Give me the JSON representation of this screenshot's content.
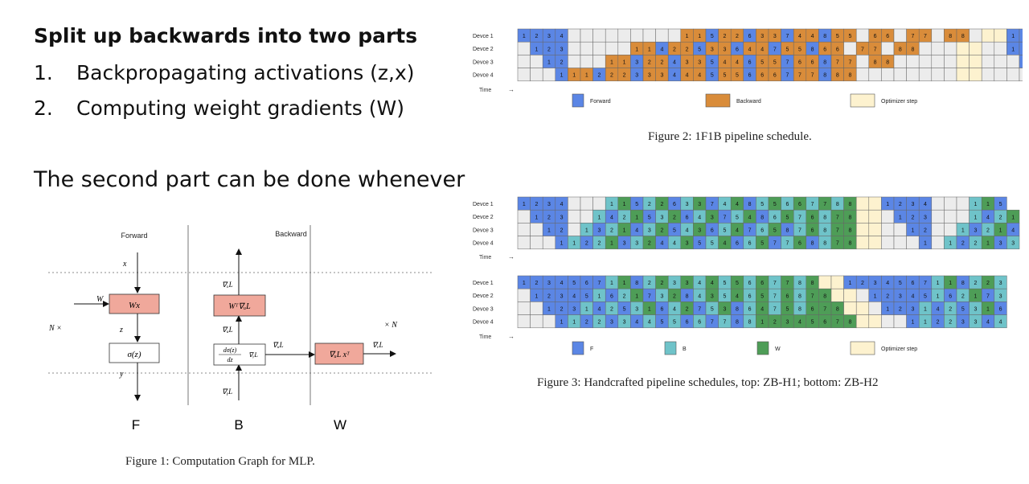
{
  "slide": {
    "title": "Split up backwards into two parts",
    "items": [
      {
        "num": "1.",
        "text": "Backpropagating activations (z,x)"
      },
      {
        "num": "2.",
        "text": "Computing weight gradients (W)"
      }
    ],
    "statement": "The second part can be done whenever"
  },
  "figure1": {
    "caption": "Figure 1: Computation Graph for MLP.",
    "header_forward": "Forward",
    "header_backward": "Backward",
    "label_x": "x",
    "label_W": "W",
    "label_z": "z",
    "label_y": "y",
    "label_Nx": "N ×",
    "label_xN": "× N",
    "box_wx": "Wx",
    "box_sigma": "σ(z)",
    "box_wt": "Wᵀ∇ᵤL",
    "box_dsig_num": "dσ(z)",
    "box_dsig_den": "dz",
    "box_dsig_tail": "∇ᵧL",
    "box_grad_w": "∇ᵤL xᵀ",
    "label_gxL": "∇ₓL",
    "label_gzL_1": "∇ᵤL",
    "label_gzL_2": "∇ᵤL",
    "label_gyL": "∇ᵧL",
    "label_gwL": "∇ᵥL",
    "bottom_F": "F",
    "bottom_B": "B",
    "bottom_W": "W"
  },
  "figure2": {
    "caption": "Figure 2: 1F1B pipeline schedule.",
    "devices": [
      "Devce 1",
      "Devce 2",
      "Devce 3",
      "Devce 4"
    ],
    "time_label": "Time",
    "time_arrow": "→",
    "legend": [
      {
        "key": "F",
        "label": "Forward"
      },
      {
        "key": "B",
        "label": "Backward"
      },
      {
        "key": "O",
        "label": "Optimizer step"
      }
    ],
    "rows": [
      "F1 F2 F3 F4 _ _ _ _ _ _ _ _ _ B1 B1 F5 B2 B2 F6 B3 B3 F7 B4 B4 F8 B5 B5 _ B6 B6 _ B7 B7 _ B8 B8 _ O O F1 F2 F3 F4",
      "_ F1 F2 F3 _ _ _ _ _ B1 B1 F4 B2 B2 F5 B3 B3 F6 B4 B4 F7 B5 B5 F8 B6 B6 _ B7 B7 _ B8 B8 _ _ _ O O _ _ F1 F2 F3",
      "_ _ F1 F2 _ _ _ B1 B1 F3 B2 B2 F4 B3 B3 F5 B4 B4 F6 B5 B5 F7 B6 B6 F8 B7 B7 _ B8 B8 _ _ _ _ _ O O _ _ _ F1 F2",
      "_ _ _ F1 B1 B1 F2 B2 B2 F3 B3 B3 F4 B4 B4 F5 B5 B5 F6 B6 B6 F7 B7 B7 F8 B8 B8 _ _ _ _ _ _ _ _ O O _ _ _ _ F1"
    ]
  },
  "figure3": {
    "caption": "Figure 3: Handcrafted pipeline schedules, top: ZB-H1; bottom: ZB-H2",
    "devices": [
      "Devce 1",
      "Devce 2",
      "Devce 3",
      "Devce 4"
    ],
    "time_label": "Time",
    "time_arrow": "→",
    "legend": [
      {
        "key": "F",
        "label": "F"
      },
      {
        "key": "B",
        "label": "B"
      },
      {
        "key": "W",
        "label": "W"
      },
      {
        "key": "O",
        "label": "Optimizer step"
      }
    ],
    "top_rows": [
      "F1 F2 F3 F4 _ _ _ B1 W1 F5 B2 W2 F6 B3 W3 F7 B4 W4 F8 B5 W5 B6 W6 B7 W7 B8 W8 O O F1 F2 F3 F4 _ _ _ B1 W1 F5",
      "_ F1 F2 F3 _ _ B1 F4 B2 W1 F5 B3 W2 F6 B4 W3 F7 B5 W4 F8 B6 W5 B7 W6 B8 W7 W8 O O _ F1 F2 F3 _ _ _ B1 F4 B2 W1",
      "_ _ F1 F2 _ B1 F3 B2 W1 F4 B3 W2 F5 B4 W3 F6 B5 W4 F7 B6 W5 F8 B7 W6 B8 W7 W8 O O _ _ F1 F2 _ _ B1 F3 B2 W1 F4",
      "_ _ _ F1 B1 F2 B2 W1 F3 B3 W2 F4 B4 W3 F5 B5 W4 F6 B6 W5 F7 B7 W6 F8 B8 W7 W8 O O _ _ _ F1 _ B1 F2 B2 W1 F3 B3"
    ],
    "bottom_rows": [
      "F1 F2 F3 F4 F5 F6 F7 B1 W1 F8 B2 W2 B3 W3 B4 W4 B5 W5 B6 W6 B7 W7 B8 W8 O O F1 F2 F3 F4 F5 F6 F7 B1 W1 F8 B2 W2 B3",
      "_ F1 F2 F3 F4 F5 B1 F6 B2 W1 F7 B3 W2 F8 B4 W3 B5 W4 B6 W5 B7 W6 B8 W7 W8 O O _ F1 F2 F3 F4 F5 B1 F6 B2 W1 F7 B3",
      "_ _ F1 F2 F3 B1 F4 B2 F5 B3 W1 F6 B4 W2 F7 B5 W3 F8 B6 W4 B7 W5 B8 W6 W7 W8 O O _ F1 F2 F3 B1 F4 B2 F5 B3 W1 F6",
      "_ _ _ F1 B1 F2 B2 F3 B3 F4 B4 F5 B5 F6 B6 F7 B7 F8 B8 W1 W2 W3 W4 W5 W6 W7 W8 O O _ _ F1 B1 F2 B2 F3 B3 F4 B4"
    ]
  },
  "colors": {
    "forward": "#5b86e5",
    "backward": "#d98c3a",
    "b_teal": "#6fc3c9",
    "w_green": "#4e9d57",
    "optimizer": "#fdf2cf",
    "empty": "#ececec",
    "node_fill": "#f0a89b"
  }
}
